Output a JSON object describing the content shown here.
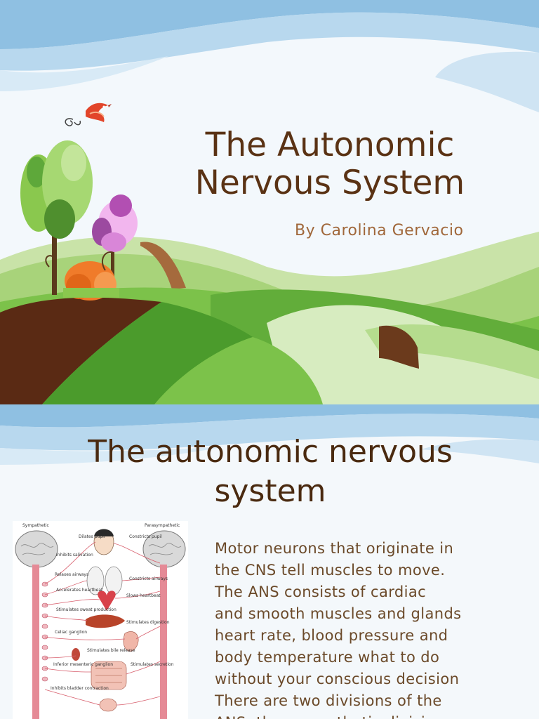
{
  "slide1": {
    "title_line1": "The Autonomic",
    "title_line2": "Nervous System",
    "author": "By Carolina Gervacio"
  },
  "slide2": {
    "title_line1": "The autonomic nervous",
    "title_line2": "system",
    "diagram": {
      "left_label": "Sympathetic",
      "right_label": "Parasympathetic"
    },
    "body_lines": [
      "Motor neurons that originate in",
      "the CNS tell muscles to move.",
      "The ANS consists of cardiac",
      "and smooth muscles and glands",
      "heart rate, blood pressure and",
      "body temperature what to do",
      "without your conscious decision",
      "There are two divisions of the",
      "ANS: the sympathetic division"
    ]
  },
  "colors": {
    "title_brown": "#5a3214",
    "author_brown": "#a0673a",
    "grass_green": "#7cc24a",
    "sky_blue": "#a9cfe8"
  }
}
